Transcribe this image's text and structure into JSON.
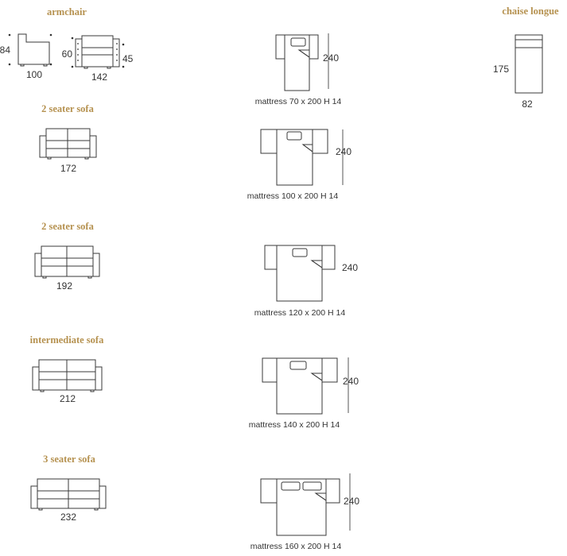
{
  "colors": {
    "title": "#b5914f",
    "line": "#3a3a3a",
    "text": "#333333"
  },
  "sections": {
    "armchair": {
      "title": "armchair",
      "depth": "84",
      "width_side": "100",
      "height_back": "60",
      "height_seat": "45",
      "width_front": "142",
      "mattress": "mattress 70 x 200 H 14",
      "open_length": "240"
    },
    "chaise": {
      "title": "chaise longue",
      "length": "175",
      "width": "82"
    },
    "sofa2a": {
      "title": "2 seater sofa",
      "width": "172",
      "mattress": "mattress 100 x 200 H 14",
      "open_length": "240"
    },
    "sofa2b": {
      "title": "2 seater sofa",
      "width": "192",
      "mattress": "mattress 120  x 200 H 14",
      "open_length": "240"
    },
    "inter": {
      "title": "intermediate sofa",
      "width": "212",
      "mattress": "mattress 140 x 200 H 14",
      "open_length": "240"
    },
    "sofa3": {
      "title": "3 seater sofa",
      "width": "232",
      "mattress": "mattress 160 x 200 H 14",
      "open_length": "240"
    }
  }
}
